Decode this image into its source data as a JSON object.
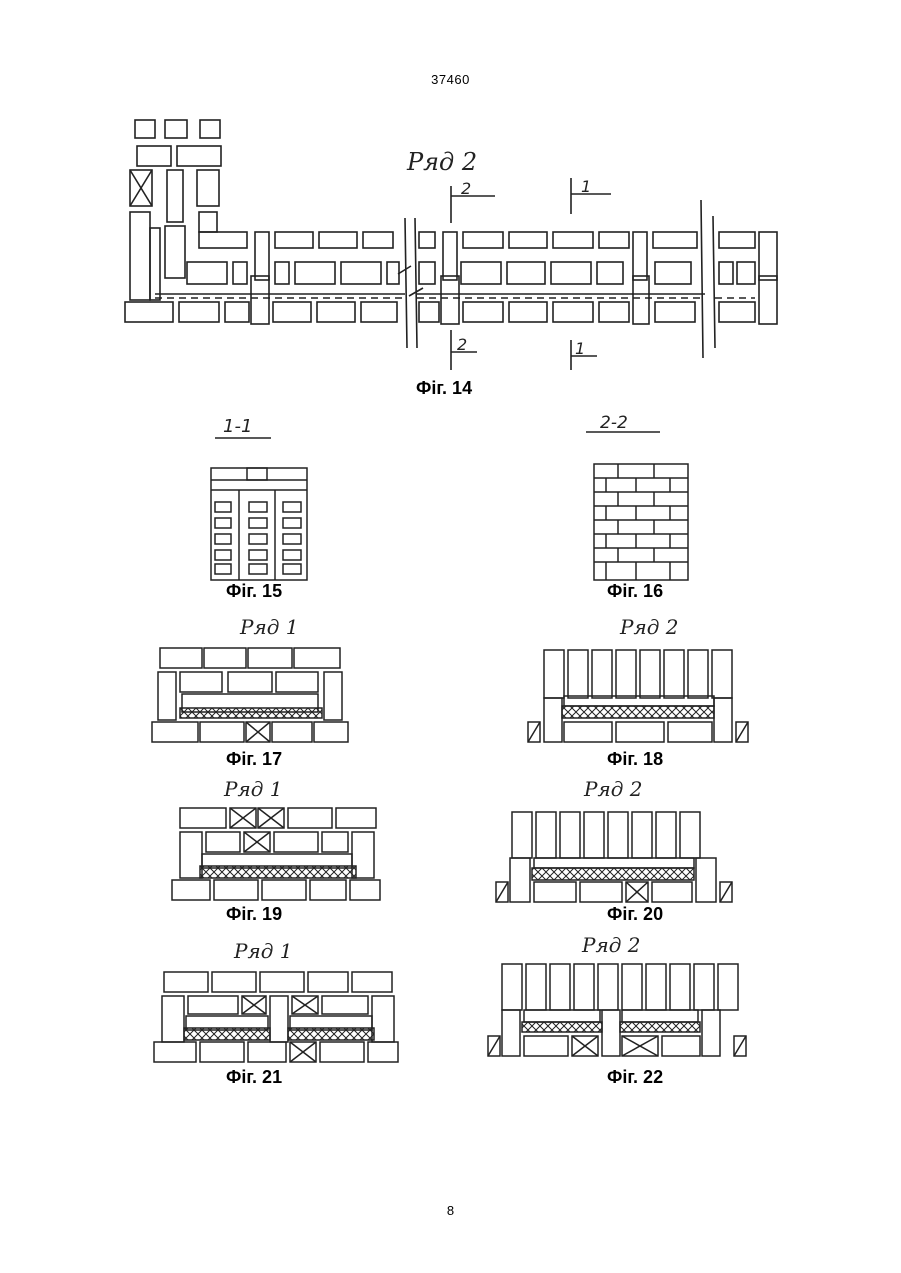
{
  "document": {
    "header": "37460",
    "page_number": "8"
  },
  "figures": {
    "fig14": {
      "caption": "Фіг. 14",
      "row_label": "Ряд 2",
      "section_1": "1",
      "section_2": "2"
    },
    "fig15": {
      "caption": "Фіг. 15",
      "section_label": "1-1"
    },
    "fig16": {
      "caption": "Фіг. 16",
      "section_label": "2-2"
    },
    "fig17": {
      "caption": "Фіг. 17",
      "row_label": "Ряд 1"
    },
    "fig18": {
      "caption": "Фіг. 18",
      "row_label": "Ряд 2"
    },
    "fig19": {
      "caption": "Фіг. 19",
      "row_label": "Ряд 1"
    },
    "fig20": {
      "caption": "Фіг. 20",
      "row_label": "Ряд 2"
    },
    "fig21": {
      "caption": "Фіг. 21",
      "row_label": "Ряд 1"
    },
    "fig22": {
      "caption": "Фіг. 22",
      "row_label": "Ряд 2"
    }
  }
}
